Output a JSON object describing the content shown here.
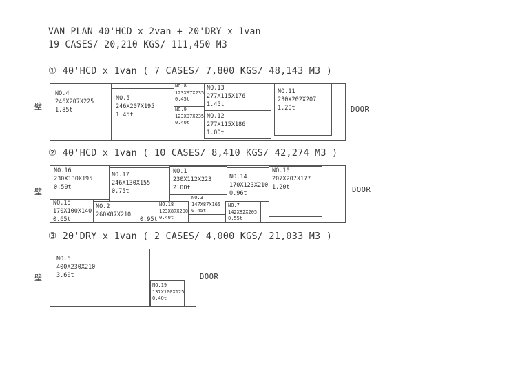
{
  "header": {
    "line1": "VAN PLAN   40'HCD x 2van + 20'DRY x 1van",
    "line2": "19 CASES/ 20,210 KGS/ 111,450 M3"
  },
  "wall_label": "壁",
  "door_label": "DOOR",
  "sections": [
    {
      "title": "① 40'HCD x 1van ( 7 CASES/ 7,800 KGS/ 48,143 M3 )",
      "cases": [
        {
          "no": "NO.4",
          "size": "246X207X225",
          "weight": "1.85t"
        },
        {
          "no": "NO.5",
          "size": "246X207X195",
          "weight": "1.45t"
        },
        {
          "no": "NO.8",
          "size": "123X97X235",
          "weight": "0.45t"
        },
        {
          "no": "NO.9",
          "size": "123X97X235",
          "weight": "0.40t"
        },
        {
          "no": "NO.13",
          "size": "277X115X176",
          "weight": "1.45t"
        },
        {
          "no": "NO.12",
          "size": "277X115X186",
          "weight": "1.00t"
        },
        {
          "no": "NO.11",
          "size": "230X202X207",
          "weight": "1.20t"
        }
      ]
    },
    {
      "title": "② 40'HCD x 1van ( 10 CASES/ 8,410 KGS/ 42,274 M3 )",
      "cases": [
        {
          "no": "NO.16",
          "size": "230X130X195",
          "weight": "0.50t"
        },
        {
          "no": "NO.15",
          "size": "170X100X140",
          "weight": "0.65t"
        },
        {
          "no": "NO.17",
          "size": "246X130X155",
          "weight": "0.75t"
        },
        {
          "no": "NO.2",
          "size": "260X87X210",
          "weight": "0.95t"
        },
        {
          "no": "NO.1",
          "size": "230X112X223",
          "weight": "2.00t"
        },
        {
          "no": "NO.18",
          "size": "123X87X200",
          "weight": "0.40t"
        },
        {
          "no": "NO.3",
          "size": "147X87X165",
          "weight": "0.45t"
        },
        {
          "no": "NO.14",
          "size": "170X123X210",
          "weight": "0.96t"
        },
        {
          "no": "NO.7",
          "size": "142X82X205",
          "weight": "0.55t"
        },
        {
          "no": "NO.10",
          "size": "207X207X177",
          "weight": "1.20t"
        }
      ]
    },
    {
      "title": "③ 20'DRY x 1van ( 2 CASES/ 4,000 KGS/ 21,033 M3 )",
      "cases": [
        {
          "no": "NO.6",
          "size": "400X230X210",
          "weight": "3.60t"
        },
        {
          "no": "NO.19",
          "size": "137X100X125",
          "weight": "0.40t"
        }
      ]
    }
  ]
}
